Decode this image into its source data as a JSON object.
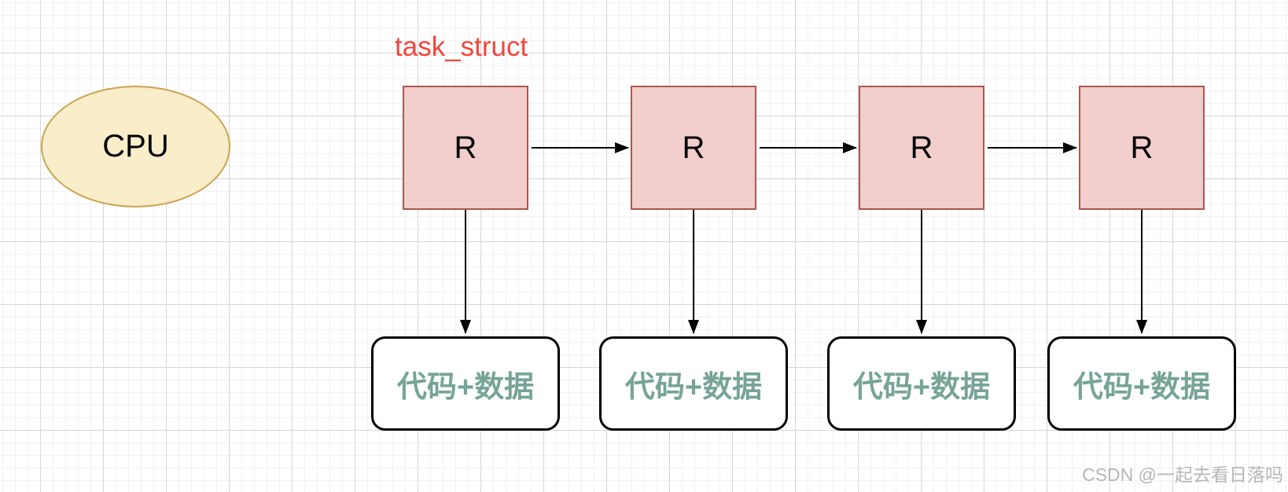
{
  "diagram": {
    "title_label": "task_struct",
    "cpu": {
      "label": "CPU"
    },
    "task_nodes": [
      {
        "label": "R"
      },
      {
        "label": "R"
      },
      {
        "label": "R"
      },
      {
        "label": "R"
      }
    ],
    "memory_nodes": [
      {
        "label": "代码+数据"
      },
      {
        "label": "代码+数据"
      },
      {
        "label": "代码+数据"
      },
      {
        "label": "代码+数据"
      }
    ]
  },
  "watermark": {
    "text": "CSDN @一起去看日落吗"
  },
  "colors": {
    "background": "#ffffff",
    "grid_minor": "#f2f2f2",
    "grid_major": "#d6d6d6",
    "cpu_fill": "#faedca",
    "cpu_stroke": "#c9a450",
    "task_node_fill": "#f2cecc",
    "task_node_stroke": "#ae564f",
    "task_label_red": "#f2463c",
    "memory_fill": "#ffffff",
    "memory_stroke": "#000000",
    "memory_text": "#76a496",
    "node_text": "#000000",
    "arrow": "#000000",
    "watermark_text": "#b6b6b6"
  }
}
